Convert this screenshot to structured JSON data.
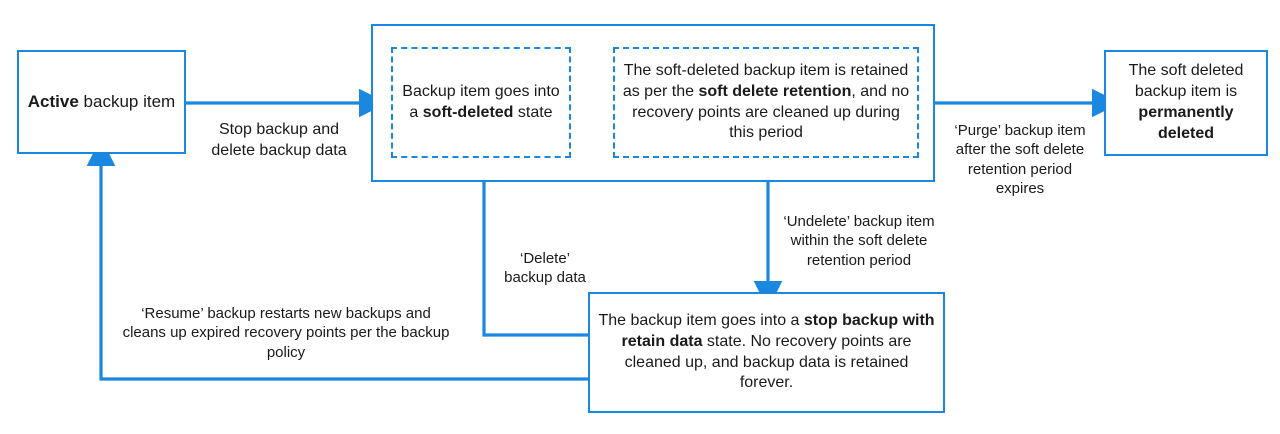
{
  "diagram": {
    "title": "Backup item soft delete lifecycle",
    "accent_color": "#1a87e0",
    "text_color": "#1a1a1a",
    "background": "#ffffff"
  },
  "nodes": {
    "active": {
      "name": "active-backup-item",
      "shape": "solid-box",
      "text_plain": "Active backup item",
      "parts": [
        {
          "text": "Active",
          "bold": true
        },
        {
          "text": " backup item",
          "bold": false
        }
      ]
    },
    "soft_deleted": {
      "name": "soft-deleted-state",
      "shape": "dashed-box",
      "text_plain": "Backup item goes into a soft-deleted state",
      "parts": [
        {
          "text": "Backup item goes into a ",
          "bold": false
        },
        {
          "text": "soft-deleted",
          "bold": true
        },
        {
          "text": " state",
          "bold": false
        }
      ]
    },
    "retained": {
      "name": "soft-delete-retention-state",
      "shape": "dashed-box",
      "text_plain": "The soft-deleted backup item is retained as per the soft delete retention, and no recovery points are cleaned up during this period",
      "parts": [
        {
          "text": "The soft-deleted backup item is retained as per the ",
          "bold": false
        },
        {
          "text": "soft delete retention",
          "bold": true
        },
        {
          "text": ", and no recovery points are cleaned up during this period",
          "bold": false
        }
      ]
    },
    "permanently_deleted": {
      "name": "permanently-deleted-state",
      "shape": "solid-box",
      "text_plain": "The soft deleted backup item is permanently deleted",
      "parts": [
        {
          "text": "The soft deleted backup item is ",
          "bold": false
        },
        {
          "text": "permanently deleted",
          "bold": true
        }
      ]
    },
    "stop_backup_retain_data": {
      "name": "stop-backup-with-retain-data-state",
      "shape": "solid-box",
      "text_plain": "The backup item goes into a stop backup with retain data state. No recovery points are cleaned up, and backup data is retained forever.",
      "parts": [
        {
          "text": "The backup item goes into a ",
          "bold": false
        },
        {
          "text": "stop backup with retain data",
          "bold": true
        },
        {
          "text": " state. No recovery points are cleaned up, and backup data is retained forever.",
          "bold": false
        }
      ]
    },
    "container": {
      "name": "soft-delete-container",
      "shape": "solid-box",
      "text_plain": ""
    }
  },
  "edge_labels": {
    "stop_backup": "Stop backup and delete  backup data",
    "purge": "‘Purge’ backup item after the soft delete retention period expires",
    "undelete": "‘Undelete’ backup item within the soft delete retention period",
    "delete": "‘Delete’ backup data",
    "resume": "‘Resume’ backup restarts new backups and cleans up expired recovery points per the backup policy"
  },
  "edges": [
    {
      "name": "edge-active-to-container",
      "from": "active",
      "to": "container",
      "label": "stop_backup",
      "arrow": "right"
    },
    {
      "name": "edge-softdeleted-to-retained",
      "from": "soft_deleted",
      "to": "retained",
      "label": "",
      "arrow": "right"
    },
    {
      "name": "edge-container-to-permanently-deleted",
      "from": "container",
      "to": "permanently_deleted",
      "label": "purge",
      "arrow": "right"
    },
    {
      "name": "edge-retained-to-retaindata",
      "from": "retained",
      "to": "stop_backup_retain_data",
      "label": "undelete",
      "arrow": "down"
    },
    {
      "name": "edge-retaindata-to-softdeleted",
      "from": "stop_backup_retain_data",
      "to": "soft_deleted",
      "label": "delete",
      "arrow": "up"
    },
    {
      "name": "edge-retaindata-to-active",
      "from": "stop_backup_retain_data",
      "to": "active",
      "label": "resume",
      "arrow": "up"
    }
  ]
}
